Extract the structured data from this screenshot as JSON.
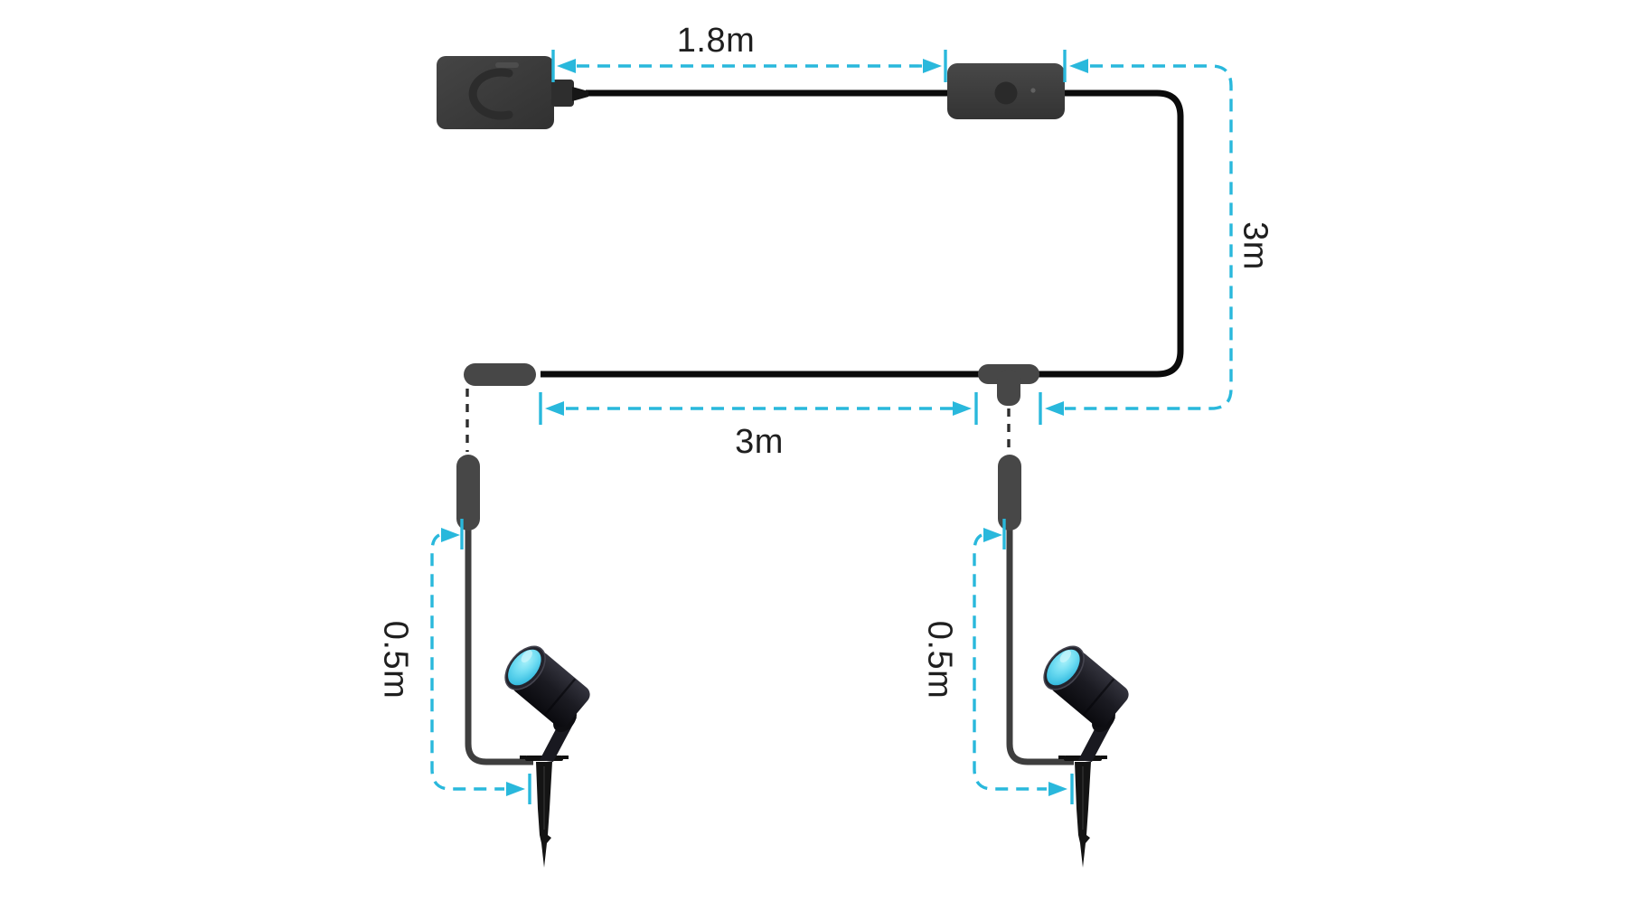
{
  "diagram": {
    "title": "outdoor-spotlight-cable-length-diagram",
    "labels": {
      "adapter_to_controller": "1.8m",
      "controller_to_tee_vertical": "3m",
      "connector_to_tee_horizontal": "3m",
      "left_spotlight_drop": "0.5m",
      "right_spotlight_drop": "0.5m"
    },
    "components": [
      "power-adapter",
      "inline-controller",
      "extension-connector",
      "t-splitter",
      "plug-connector-left",
      "plug-connector-right",
      "spotlight-left",
      "spotlight-right",
      "ground-spike-left",
      "ground-spike-right"
    ],
    "colors": {
      "background": "#ffffff",
      "dimension_accent": "#29b8dc",
      "cable": "#0b0b0b",
      "connector": "#474747",
      "device_body": "#3b3b3b",
      "lamp_body": "#15151b",
      "lens_cyan": "#55d2ee",
      "text": "#1f1f1f"
    }
  }
}
